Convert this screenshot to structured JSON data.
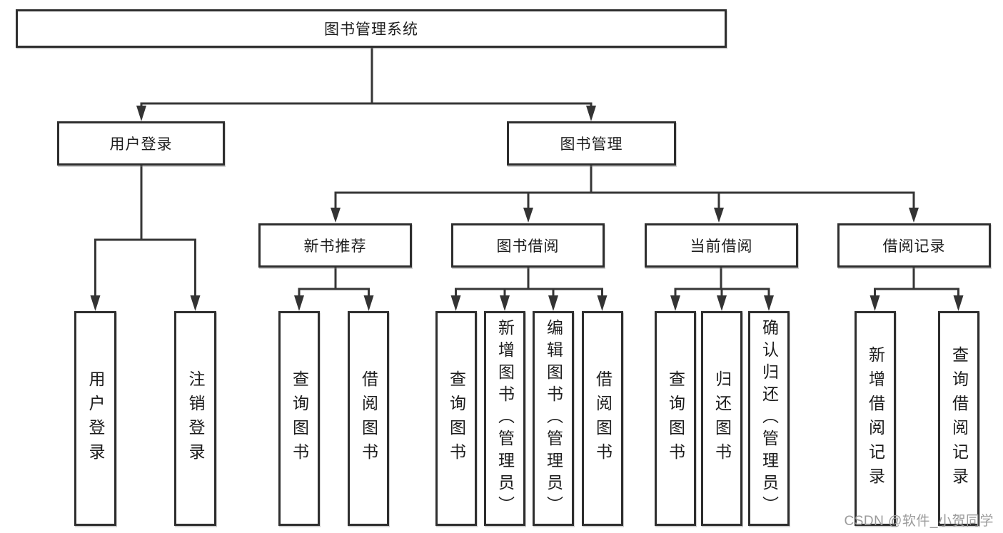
{
  "colors": {
    "line": "#333333",
    "box_border": "#2e2e2e",
    "text": "#1d1d1d",
    "watermark": "#9b9b9b",
    "background": "#ffffff"
  },
  "diagram": {
    "root": {
      "label": "图书管理系统"
    },
    "branches": {
      "user_login": {
        "label": "用户登录",
        "children": {
          "login": "用户登录",
          "logout": "注销登录"
        }
      },
      "book_management": {
        "label": "图书管理"
      }
    },
    "modules": {
      "new_book_rec": {
        "label": "新书推荐",
        "children": {
          "query": "查询图书",
          "borrow": "借阅图书"
        }
      },
      "book_borrowing": {
        "label": "图书借阅",
        "children": {
          "query": "查询图书",
          "add": "新增图书（管理员）",
          "edit": "编辑图书（管理员）",
          "borrow": "借阅图书"
        }
      },
      "current_borrowing": {
        "label": "当前借阅",
        "children": {
          "query": "查询图书",
          "return": "归还图书",
          "confirm": "确认归还（管理员）"
        }
      },
      "borrowing_records": {
        "label": "借阅记录",
        "children": {
          "add": "新增借阅记录",
          "query": "查询借阅记录"
        }
      }
    }
  },
  "watermark": {
    "text": "CSDN @软件_小贺同学"
  }
}
